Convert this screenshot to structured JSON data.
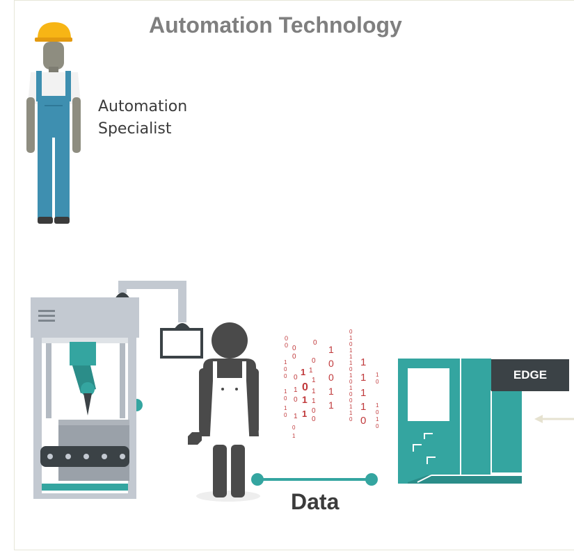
{
  "title": "Automation Technology",
  "role": {
    "line1": "Automation",
    "line2": "Specialist"
  },
  "connection_label": "Data",
  "edge_label": "EDGE",
  "colors": {
    "teal": "#34a5a0",
    "machine_gray": "#c3c9d1",
    "dark": "#3b4246",
    "worker_skin": "#4a4a4a",
    "helmet": "#f7b515",
    "overalls": "#3e8fb0",
    "bits": "#c0393b",
    "title_gray": "#7f7f7f"
  },
  "icons": [
    "specialist-figure-icon",
    "machine-icon",
    "monitor-icon",
    "worker-icon",
    "edge-device-icon",
    "arrow-icon"
  ]
}
